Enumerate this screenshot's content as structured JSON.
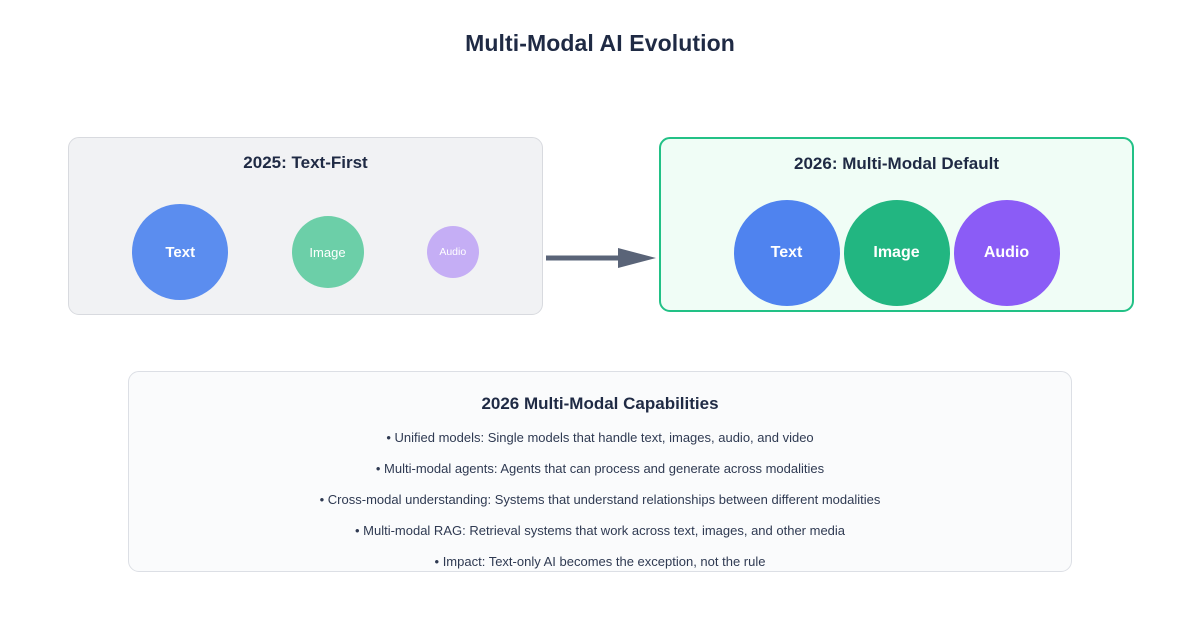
{
  "title": "Multi-Modal AI Evolution",
  "arrow": {
    "icon": "arrow-right-icon",
    "color": "#5a6478"
  },
  "panels": [
    {
      "key": "year-2025",
      "title": "2025: Text-First",
      "border_color": "#d8dadf",
      "background_color": "#f1f2f4",
      "modalities": [
        {
          "label": "Text",
          "color": "#5b8def",
          "size": 96,
          "prominence": "dominant"
        },
        {
          "label": "Image",
          "color": "#6ccfa8",
          "size": 72,
          "prominence": "secondary"
        },
        {
          "label": "Audio",
          "color": "#c5aef5",
          "size": 52,
          "prominence": "minor"
        }
      ]
    },
    {
      "key": "year-2026",
      "title": "2026: Multi-Modal Default",
      "border_color": "#22c186",
      "background_color": "#f0fdf6",
      "modalities": [
        {
          "label": "Text",
          "color": "#4f83ef",
          "size": 106,
          "prominence": "equal"
        },
        {
          "label": "Image",
          "color": "#22b681",
          "size": 106,
          "prominence": "equal"
        },
        {
          "label": "Audio",
          "color": "#8b5cf6",
          "size": 106,
          "prominence": "equal"
        }
      ]
    }
  ],
  "capabilities": {
    "title": "2026 Multi-Modal Capabilities",
    "items": [
      "• Unified models: Single models that handle text, images, audio, and video",
      "• Multi-modal agents: Agents that can process and generate across modalities",
      "• Cross-modal understanding: Systems that understand relationships between different modalities",
      "• Multi-modal RAG: Retrieval systems that work across text, images, and other media",
      "• Impact: Text-only AI becomes the exception, not the rule"
    ]
  }
}
